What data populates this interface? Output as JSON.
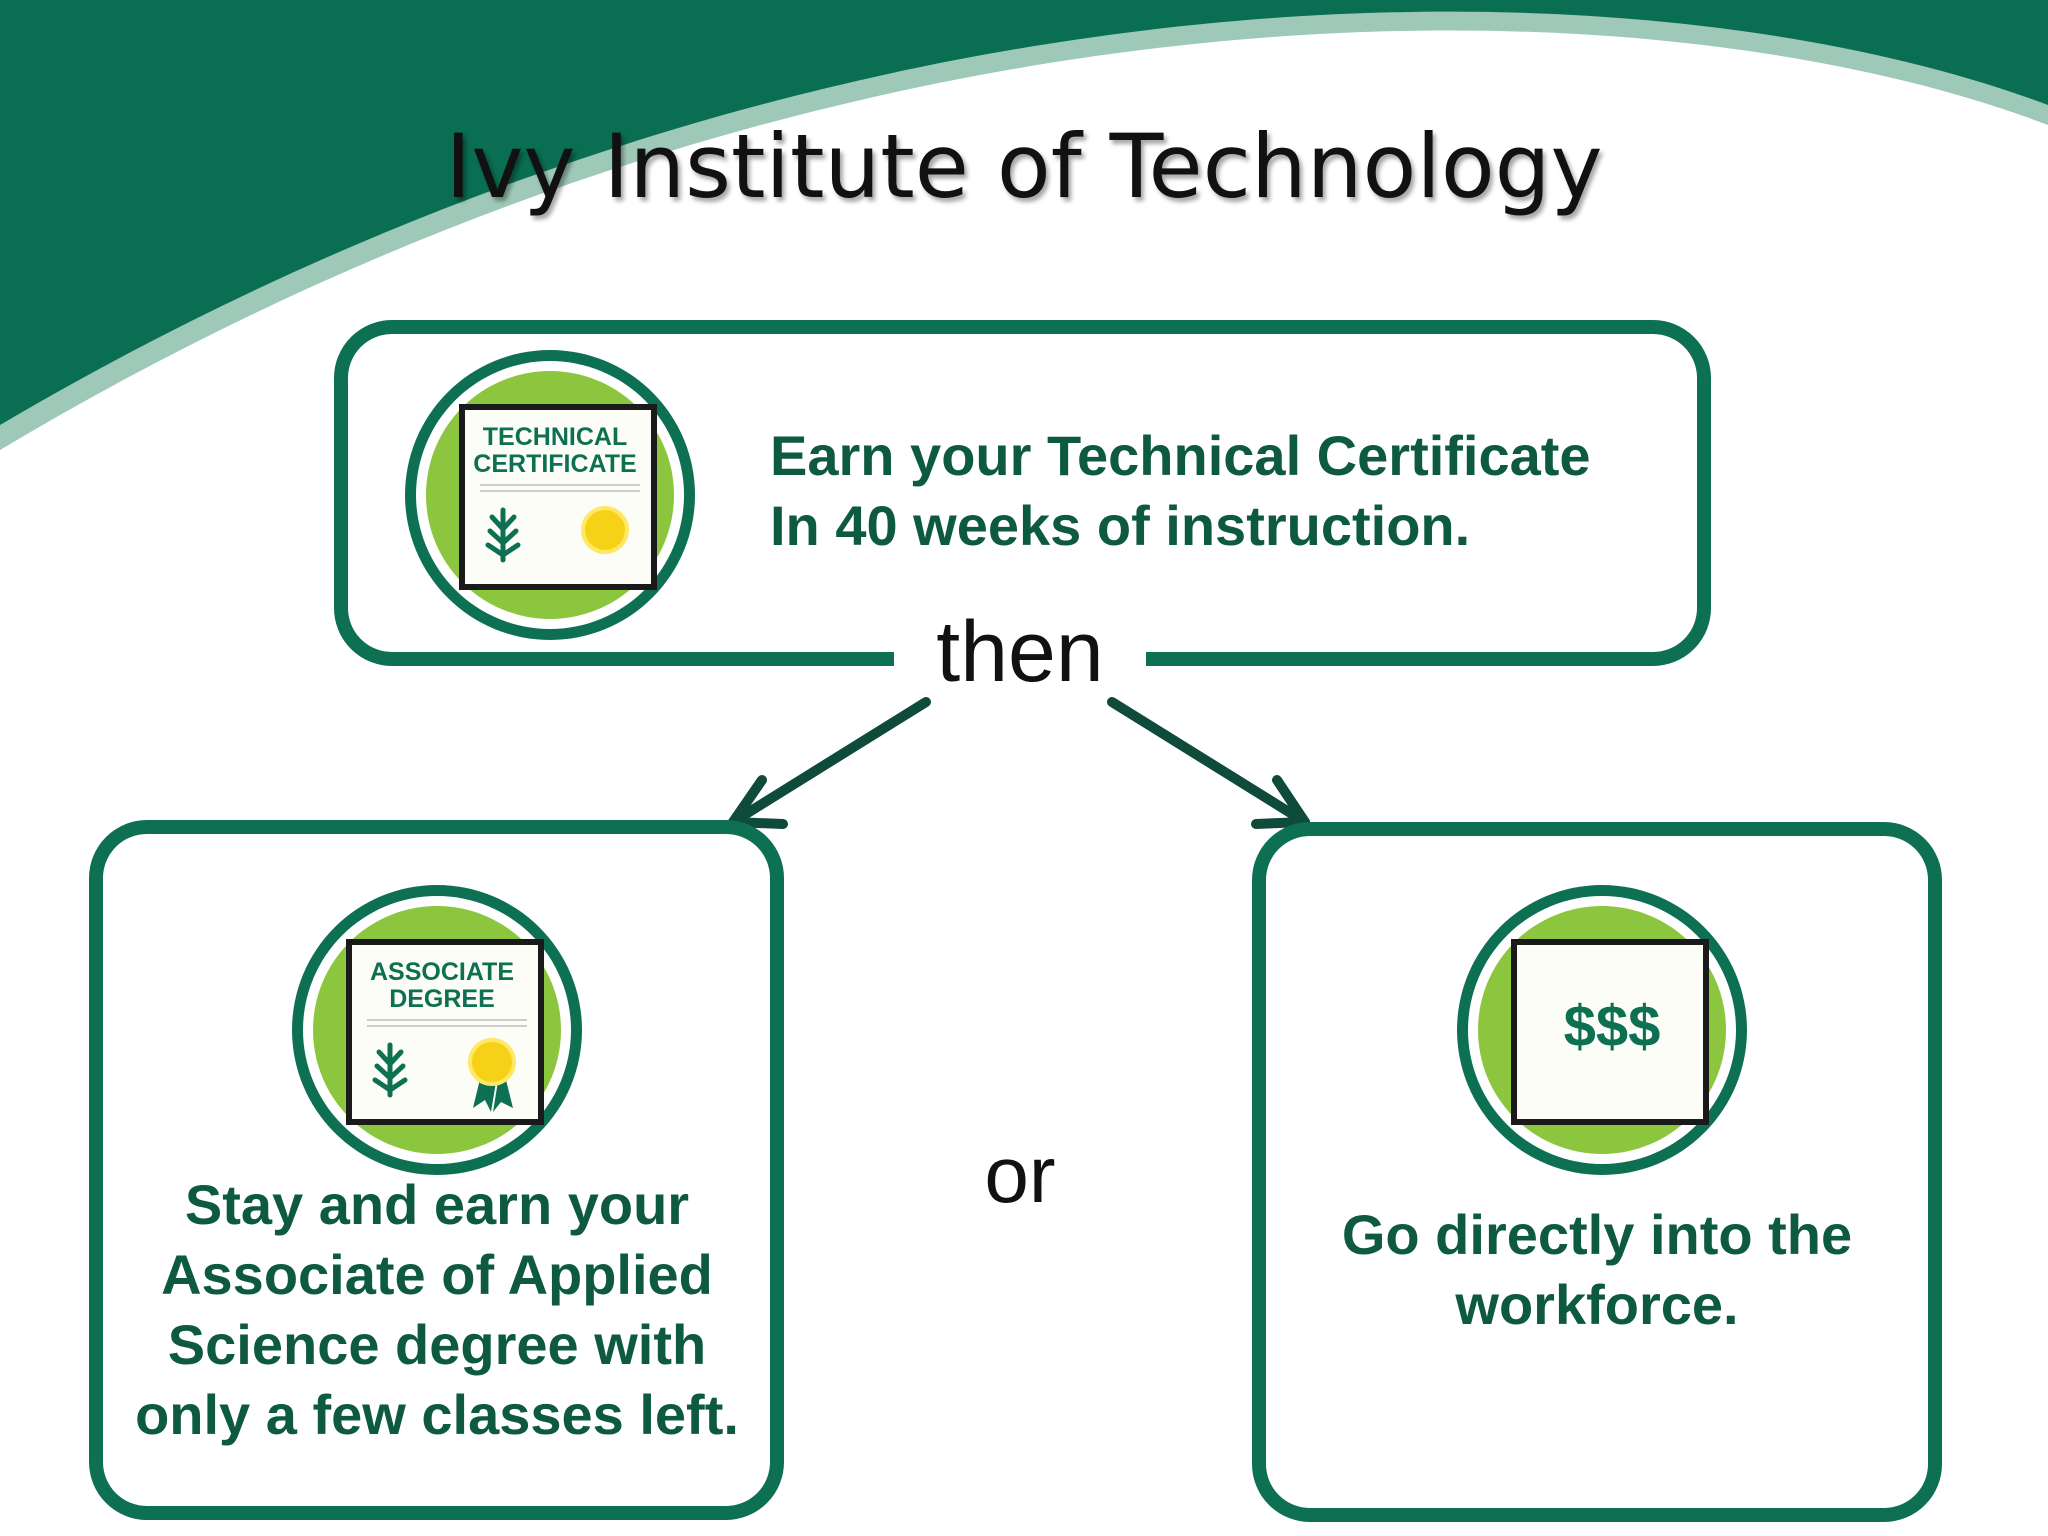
{
  "header": {
    "title": "Ivy Institute of Technology"
  },
  "steps": {
    "certificate": {
      "badge_line1": "TECHNICAL",
      "badge_line2": "CERTIFICATE",
      "line1": "Earn your Technical Certificate",
      "line2": "In 40 weeks of instruction."
    },
    "associate": {
      "badge_line1": "ASSOCIATE",
      "badge_line2": "DEGREE",
      "line1": "Stay and earn your",
      "line2": "Associate of Applied",
      "line3": "Science degree with",
      "line4": "only a few classes left."
    },
    "workforce": {
      "badge_text": "$$$",
      "line1": "Go directly into the",
      "line2": "workforce."
    }
  },
  "connectors": {
    "then": "then",
    "or": "or"
  },
  "colors": {
    "dark_green": "#0d7052",
    "light_green": "#8cc63f",
    "text_green": "#0e5a41",
    "seal_yellow": "#f7d117",
    "arrow": "#0e4b3a"
  },
  "icons": [
    "certificate-icon",
    "degree-icon",
    "money-icon",
    "arrow-left-icon",
    "arrow-right-icon"
  ]
}
